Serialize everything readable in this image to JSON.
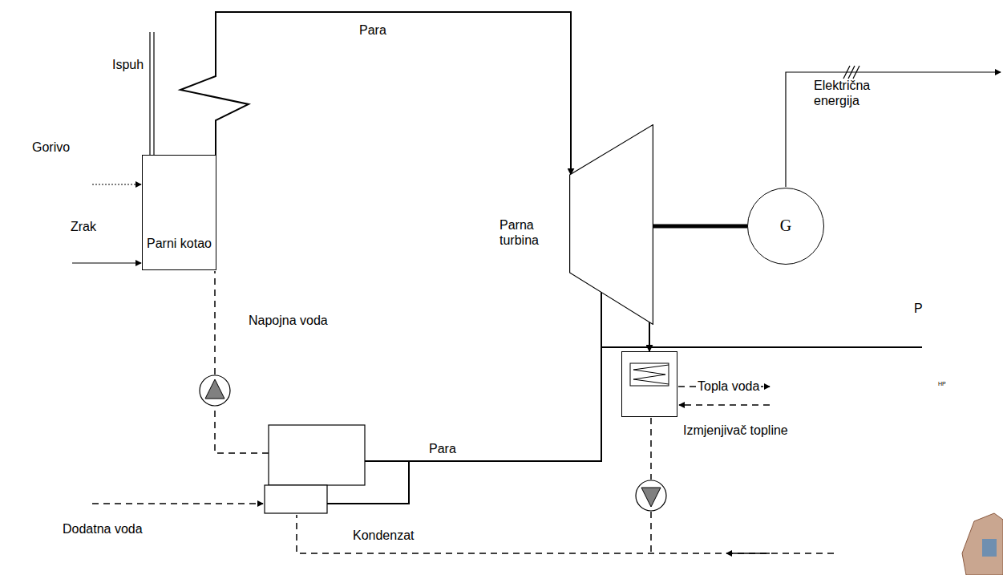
{
  "diagram": {
    "nodes": [
      {
        "text": [
          "Parni kotao"
        ]
      },
      {
        "text": [
          "Parna turbina"
        ]
      },
      {
        "text": [
          "G"
        ]
      },
      {
        "text": [
          "Izmjenjivač topline"
        ]
      }
    ],
    "edges": [
      {
        "from": 0,
        "to": 1,
        "arrow": "to",
        "label": "Para"
      },
      {
        "from": 1,
        "to": 2,
        "arrow": "none"
      },
      {
        "from": 1,
        "to": 3,
        "arrow": "to"
      }
    ],
    "labels": [
      "Ispuh",
      "Gorivo",
      "Zrak",
      "Napojna voda",
      "Para",
      "Dodatna voda",
      "Kondenzat",
      "Topla voda",
      "Električna energija",
      "P",
      "HP"
    ]
  }
}
